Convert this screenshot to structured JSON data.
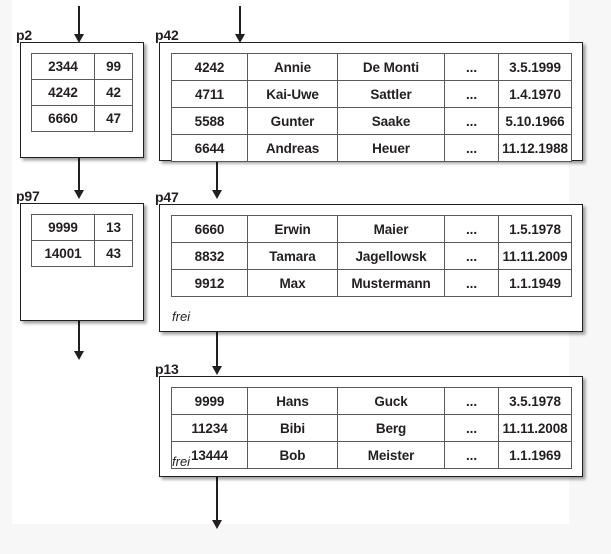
{
  "diagram": {
    "title": "B-tree style index with directory pages and data pages",
    "colors": {
      "background": "#f7f7f7",
      "canvas": "#ffffff",
      "line": "#231f20",
      "cell_border": "#58595b"
    },
    "pages": [
      {
        "id": "p2",
        "label": "p2",
        "kind": "directory",
        "columns": 2,
        "rows": [
          [
            "2344",
            "99"
          ],
          [
            "4242",
            "42"
          ],
          [
            "6660",
            "47"
          ]
        ],
        "free_label": ""
      },
      {
        "id": "p97",
        "label": "p97",
        "kind": "directory",
        "columns": 2,
        "rows": [
          [
            "9999",
            "13"
          ],
          [
            "14001",
            "43"
          ]
        ],
        "free_label": ""
      },
      {
        "id": "p42",
        "label": "p42",
        "kind": "data",
        "columns": 5,
        "rows": [
          [
            "4242",
            "Annie",
            "De Monti",
            "...",
            "3.5.1999"
          ],
          [
            "4711",
            "Kai-Uwe",
            "Sattler",
            "...",
            "1.4.1970"
          ],
          [
            "5588",
            "Gunter",
            "Saake",
            "...",
            "5.10.1966"
          ],
          [
            "6644",
            "Andreas",
            "Heuer",
            "...",
            "11.12.1988"
          ]
        ],
        "free_label": ""
      },
      {
        "id": "p47",
        "label": "p47",
        "kind": "data",
        "columns": 5,
        "rows": [
          [
            "6660",
            "Erwin",
            "Maier",
            "...",
            "1.5.1978"
          ],
          [
            "8832",
            "Tamara",
            "Jagellowsk",
            "...",
            "11.11.2009"
          ],
          [
            "9912",
            "Max",
            "Mustermann",
            "...",
            "1.1.1949"
          ]
        ],
        "free_label": "frei"
      },
      {
        "id": "p13",
        "label": "p13",
        "kind": "data",
        "columns": 5,
        "rows": [
          [
            "9999",
            "Hans",
            "Guck",
            "...",
            "3.5.1978"
          ],
          [
            "11234",
            "Bibi",
            "Berg",
            "...",
            "11.11.2008"
          ],
          [
            "13444",
            "Bob",
            "Meister",
            "...",
            "1.1.1969"
          ]
        ],
        "free_label": "frei"
      }
    ],
    "arrows": [
      {
        "name": "arrow-into-p2",
        "from": "top-edge",
        "to": "p2"
      },
      {
        "name": "arrow-into-p42",
        "from": "top-edge",
        "to": "p42"
      },
      {
        "name": "arrow-p2-p97",
        "from": "p2-bottom",
        "to": "p97"
      },
      {
        "name": "arrow-p42-p47",
        "from": "p42-bottom",
        "to": "p47"
      },
      {
        "name": "arrow-p97-out",
        "from": "p97-bottom",
        "to": "below"
      },
      {
        "name": "arrow-p47-p13",
        "from": "p47-bottom",
        "to": "p13"
      },
      {
        "name": "arrow-p13-out",
        "from": "p13-bottom",
        "to": "below"
      }
    ]
  }
}
